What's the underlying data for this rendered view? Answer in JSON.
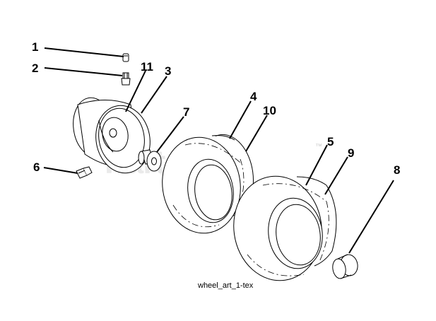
{
  "diagram": {
    "caption": "wheel_art_1-tex",
    "watermark": "PartsTree",
    "watermark_mark": "™",
    "callouts": [
      {
        "id": "c1",
        "label": "1"
      },
      {
        "id": "c2",
        "label": "2"
      },
      {
        "id": "c3",
        "label": "3"
      },
      {
        "id": "c4",
        "label": "4"
      },
      {
        "id": "c5",
        "label": "5"
      },
      {
        "id": "c6",
        "label": "6"
      },
      {
        "id": "c7",
        "label": "7"
      },
      {
        "id": "c8",
        "label": "8"
      },
      {
        "id": "c9",
        "label": "9"
      },
      {
        "id": "c10",
        "label": "10"
      },
      {
        "id": "c11",
        "label": "11"
      }
    ]
  }
}
